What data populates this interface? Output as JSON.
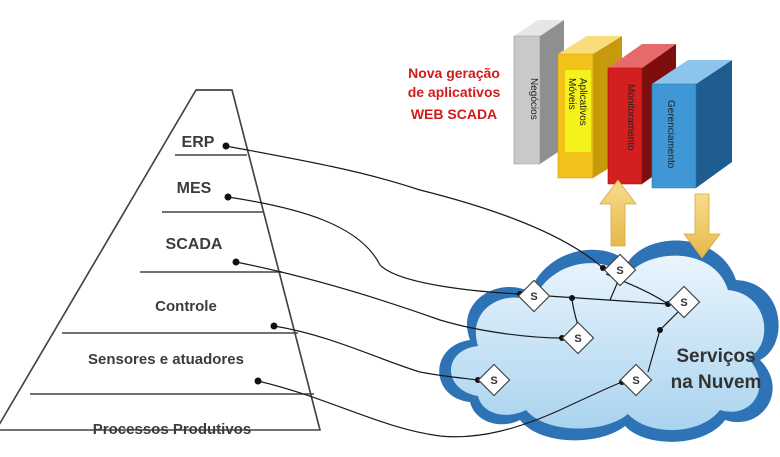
{
  "pyramid": {
    "levels": [
      "ERP",
      "MES",
      "SCADA",
      "Controle",
      "Sensores e atuadores",
      "Processos Produtivos"
    ]
  },
  "header": {
    "line1": "Nova geração",
    "line2": "de aplicativos",
    "line3": "WEB SCADA",
    "color": "#d11a1a"
  },
  "apps": [
    {
      "label": "Negócios",
      "color": "#c9c9c9"
    },
    {
      "label": "Aplicativos",
      "label2": "Móveis",
      "color": "#f2c21a"
    },
    {
      "label": "Monitoramento",
      "color": "#d31f1f"
    },
    {
      "label": "Gerenciamento",
      "color": "#3f97d6"
    }
  ],
  "cloud": {
    "line1": "Serviços",
    "line2": "na Nuvem",
    "service_label": "S"
  }
}
